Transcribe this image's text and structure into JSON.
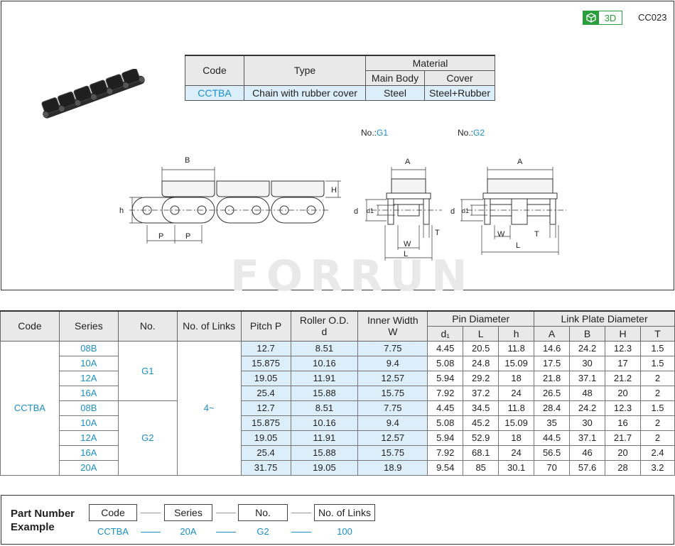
{
  "header": {
    "badge_label": "3D",
    "page_code": "CC023"
  },
  "material_table": {
    "col_code": "Code",
    "col_type": "Type",
    "col_material": "Material",
    "col_main_body": "Main Body",
    "col_cover": "Cover",
    "row": {
      "code": "CCTBA",
      "type": "Chain with rubber cover",
      "main_body": "Steel",
      "cover": "Steel+Rubber"
    }
  },
  "drawing": {
    "no_prefix": "No.:",
    "g1": "G1",
    "g2": "G2",
    "dims": {
      "B": "B",
      "H": "H",
      "h": "h",
      "P": "P",
      "A": "A",
      "d": "d",
      "d1": "d1",
      "W": "W",
      "T": "T",
      "L": "L"
    }
  },
  "watermark": "FORRUN",
  "spec_table": {
    "headers": {
      "code": "Code",
      "series": "Series",
      "no": "No.",
      "links": "No. of Links",
      "pitch": "Pitch P",
      "roller_1": "Roller O.D.",
      "roller_2": "d",
      "inner_1": "Inner Width",
      "inner_2": "W",
      "pin_group": "Pin Diameter",
      "d1": "d₁",
      "L": "L",
      "h": "h",
      "plate_group": "Link Plate Diameter",
      "A": "A",
      "B": "B",
      "H": "H",
      "T": "T"
    },
    "code": "CCTBA",
    "links": "4~",
    "groups": [
      {
        "no": "G1",
        "rows": [
          {
            "series": "08B",
            "vals": [
              "12.7",
              "8.51",
              "7.75",
              "4.45",
              "20.5",
              "11.8",
              "14.6",
              "24.2",
              "12.3",
              "1.5"
            ]
          },
          {
            "series": "10A",
            "vals": [
              "15.875",
              "10.16",
              "9.4",
              "5.08",
              "24.8",
              "15.09",
              "17.5",
              "30",
              "17",
              "1.5"
            ]
          },
          {
            "series": "12A",
            "vals": [
              "19.05",
              "11.91",
              "12.57",
              "5.94",
              "29.2",
              "18",
              "21.8",
              "37.1",
              "21.2",
              "2"
            ]
          },
          {
            "series": "16A",
            "vals": [
              "25.4",
              "15.88",
              "15.75",
              "7.92",
              "37.2",
              "24",
              "26.5",
              "48",
              "20",
              "2"
            ]
          }
        ]
      },
      {
        "no": "G2",
        "rows": [
          {
            "series": "08B",
            "vals": [
              "12.7",
              "8.51",
              "7.75",
              "4.45",
              "34.5",
              "11.8",
              "28.4",
              "24.2",
              "12.3",
              "1.5"
            ]
          },
          {
            "series": "10A",
            "vals": [
              "15.875",
              "10.16",
              "9.4",
              "5.08",
              "45.2",
              "15.09",
              "35",
              "30",
              "16",
              "2"
            ]
          },
          {
            "series": "12A",
            "vals": [
              "19.05",
              "11.91",
              "12.57",
              "5.94",
              "52.9",
              "18",
              "44.5",
              "37.1",
              "21.7",
              "2"
            ]
          },
          {
            "series": "16A",
            "vals": [
              "25.4",
              "15.88",
              "15.75",
              "7.92",
              "68.1",
              "24",
              "56.5",
              "46",
              "20",
              "2.4"
            ]
          },
          {
            "series": "20A",
            "vals": [
              "31.75",
              "19.05",
              "18.9",
              "9.54",
              "85",
              "30.1",
              "70",
              "57.6",
              "28",
              "3.2"
            ]
          }
        ]
      }
    ]
  },
  "part_number": {
    "title_line1": "Part Number",
    "title_line2": "Example",
    "fields": [
      {
        "label": "Code",
        "value": "CCTBA"
      },
      {
        "label": "Series",
        "value": "20A"
      },
      {
        "label": "No.",
        "value": "G2"
      },
      {
        "label": "No. of Links",
        "value": "100"
      }
    ]
  }
}
